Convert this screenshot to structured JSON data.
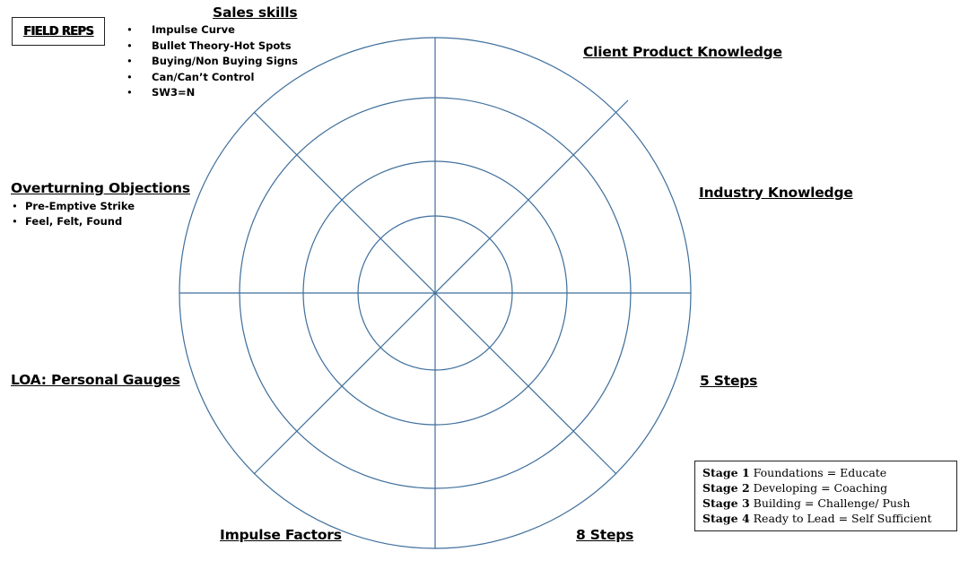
{
  "badge": "FIELD REPS",
  "headings": {
    "sales_skills": "Sales skills",
    "client_product_knowledge": "Client Product Knowledge",
    "overturning_objections": "Overturning Objections",
    "industry_knowledge": "Industry Knowledge",
    "loa_personal_gauges": "LOA: Personal Gauges",
    "five_steps": "5 Steps",
    "impulse_factors": "Impulse Factors",
    "eight_steps": "8 Steps"
  },
  "sales_skills_items": [
    "Impulse Curve",
    "Bullet Theory-Hot Spots",
    "Buying/Non Buying Signs",
    "Can/Can’t Control",
    "SW3=N"
  ],
  "objection_items": [
    "Pre-Emptive Strike",
    "Feel, Felt, Found"
  ],
  "legend": [
    {
      "stage": "Stage 1",
      "text": "Foundations = Educate"
    },
    {
      "stage": "Stage 2",
      "text": "Developing = Coaching"
    },
    {
      "stage": "Stage 3",
      "text": "Building = Challenge/ Push"
    },
    {
      "stage": "Stage 4",
      "text": "Ready to Lead = Self Sufficient"
    }
  ],
  "colors": {
    "wheel_line": "#3f6f9c",
    "text": "#000000"
  }
}
